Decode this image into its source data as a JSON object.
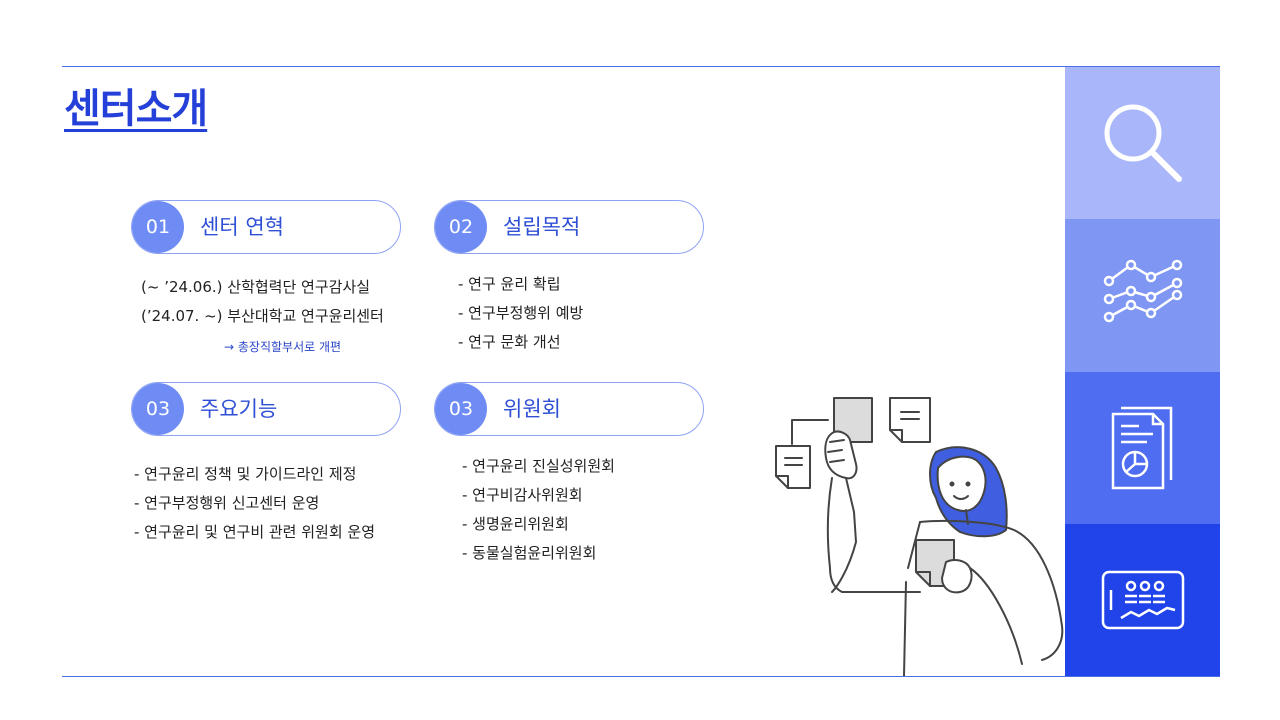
{
  "page": {
    "title": "센터소개"
  },
  "sections": [
    {
      "number": "01",
      "title": "센터 연혁",
      "lines": [
        "(~ ’24.06.) 산학협력단 연구감사실",
        "(’24.07. ~) 부산대학교 연구윤리센터"
      ],
      "note": "→ 총장직할부서로 개편"
    },
    {
      "number": "02",
      "title": "설립목적",
      "lines": [
        "- 연구 윤리 확립",
        "- 연구부정행위 예방",
        "- 연구 문화 개선"
      ]
    },
    {
      "number": "03",
      "title": "주요기능",
      "lines": [
        "- 연구윤리 정책 및 가이드라인 제정",
        "- 연구부정행위 신고센터 운영",
        "- 연구윤리 및 연구비 관련 위원회 운영"
      ]
    },
    {
      "number": "03",
      "title": "위원회",
      "lines": [
        "- 연구윤리 진실성위원회",
        "- 연구비감사위원회",
        "- 생명윤리위원회",
        "- 동물실험윤리위원회"
      ]
    }
  ],
  "side_panel": {
    "icons": [
      "magnifier-icon",
      "line-chart-icon",
      "report-document-icon",
      "dashboard-tablet-icon"
    ],
    "colors": [
      "#a9b7fa",
      "#7f97f3",
      "#4f6df0",
      "#2143ea"
    ]
  },
  "illustration": {
    "subject": "woman-with-sticky-notes"
  },
  "colors": {
    "accent": "#2440d8",
    "badge": "#6f8cf5",
    "border": "#8fa3f3",
    "rule": "#4a6ee8"
  }
}
